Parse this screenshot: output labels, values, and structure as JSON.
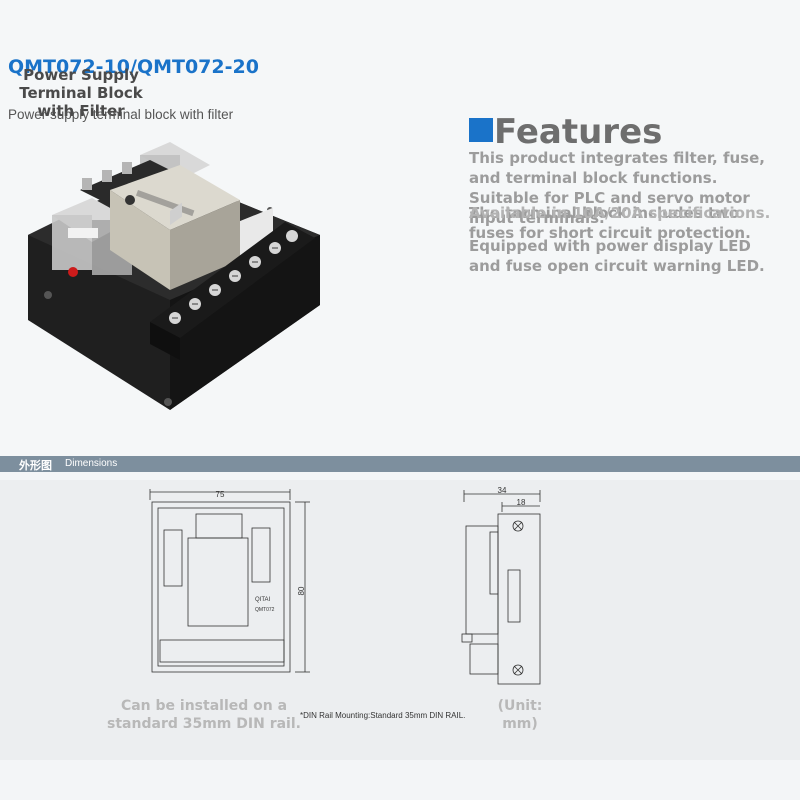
{
  "header": {
    "model": "QMT072-10/QMT072-20",
    "title": "Power Supply Terminal Block with Filter",
    "subtitle": "Power supply terminal block with filter"
  },
  "features": {
    "heading": "Features",
    "items": [
      "This product integrates filter, fuse, and terminal block functions. Suitable for PLC and servo motor input terminals.",
      "The terminal block includes two fuses for short circuit protection.",
      "Available in 10A/20A specifications.",
      "Equipped with power display LED and fuse open circuit warning LED."
    ]
  },
  "dimensions": {
    "section_cn": "外形图",
    "section_en": "Dimensions",
    "front": {
      "width_label": "75",
      "height_label": "80",
      "brand": "QITAI",
      "model": "QMT072"
    },
    "side": {
      "width_label": "34",
      "inner_label": "18"
    },
    "note_install": "Can be installed on a standard 35mm DIN rail.",
    "note_din": "*DIN Rail Mounting:Standard 35mm DIN RAIL.",
    "note_unit": "(Unit: mm)"
  },
  "colors": {
    "accent": "#1a73c9",
    "section_bar": "#7d8f9e",
    "product_body": "#1c1c1c"
  }
}
